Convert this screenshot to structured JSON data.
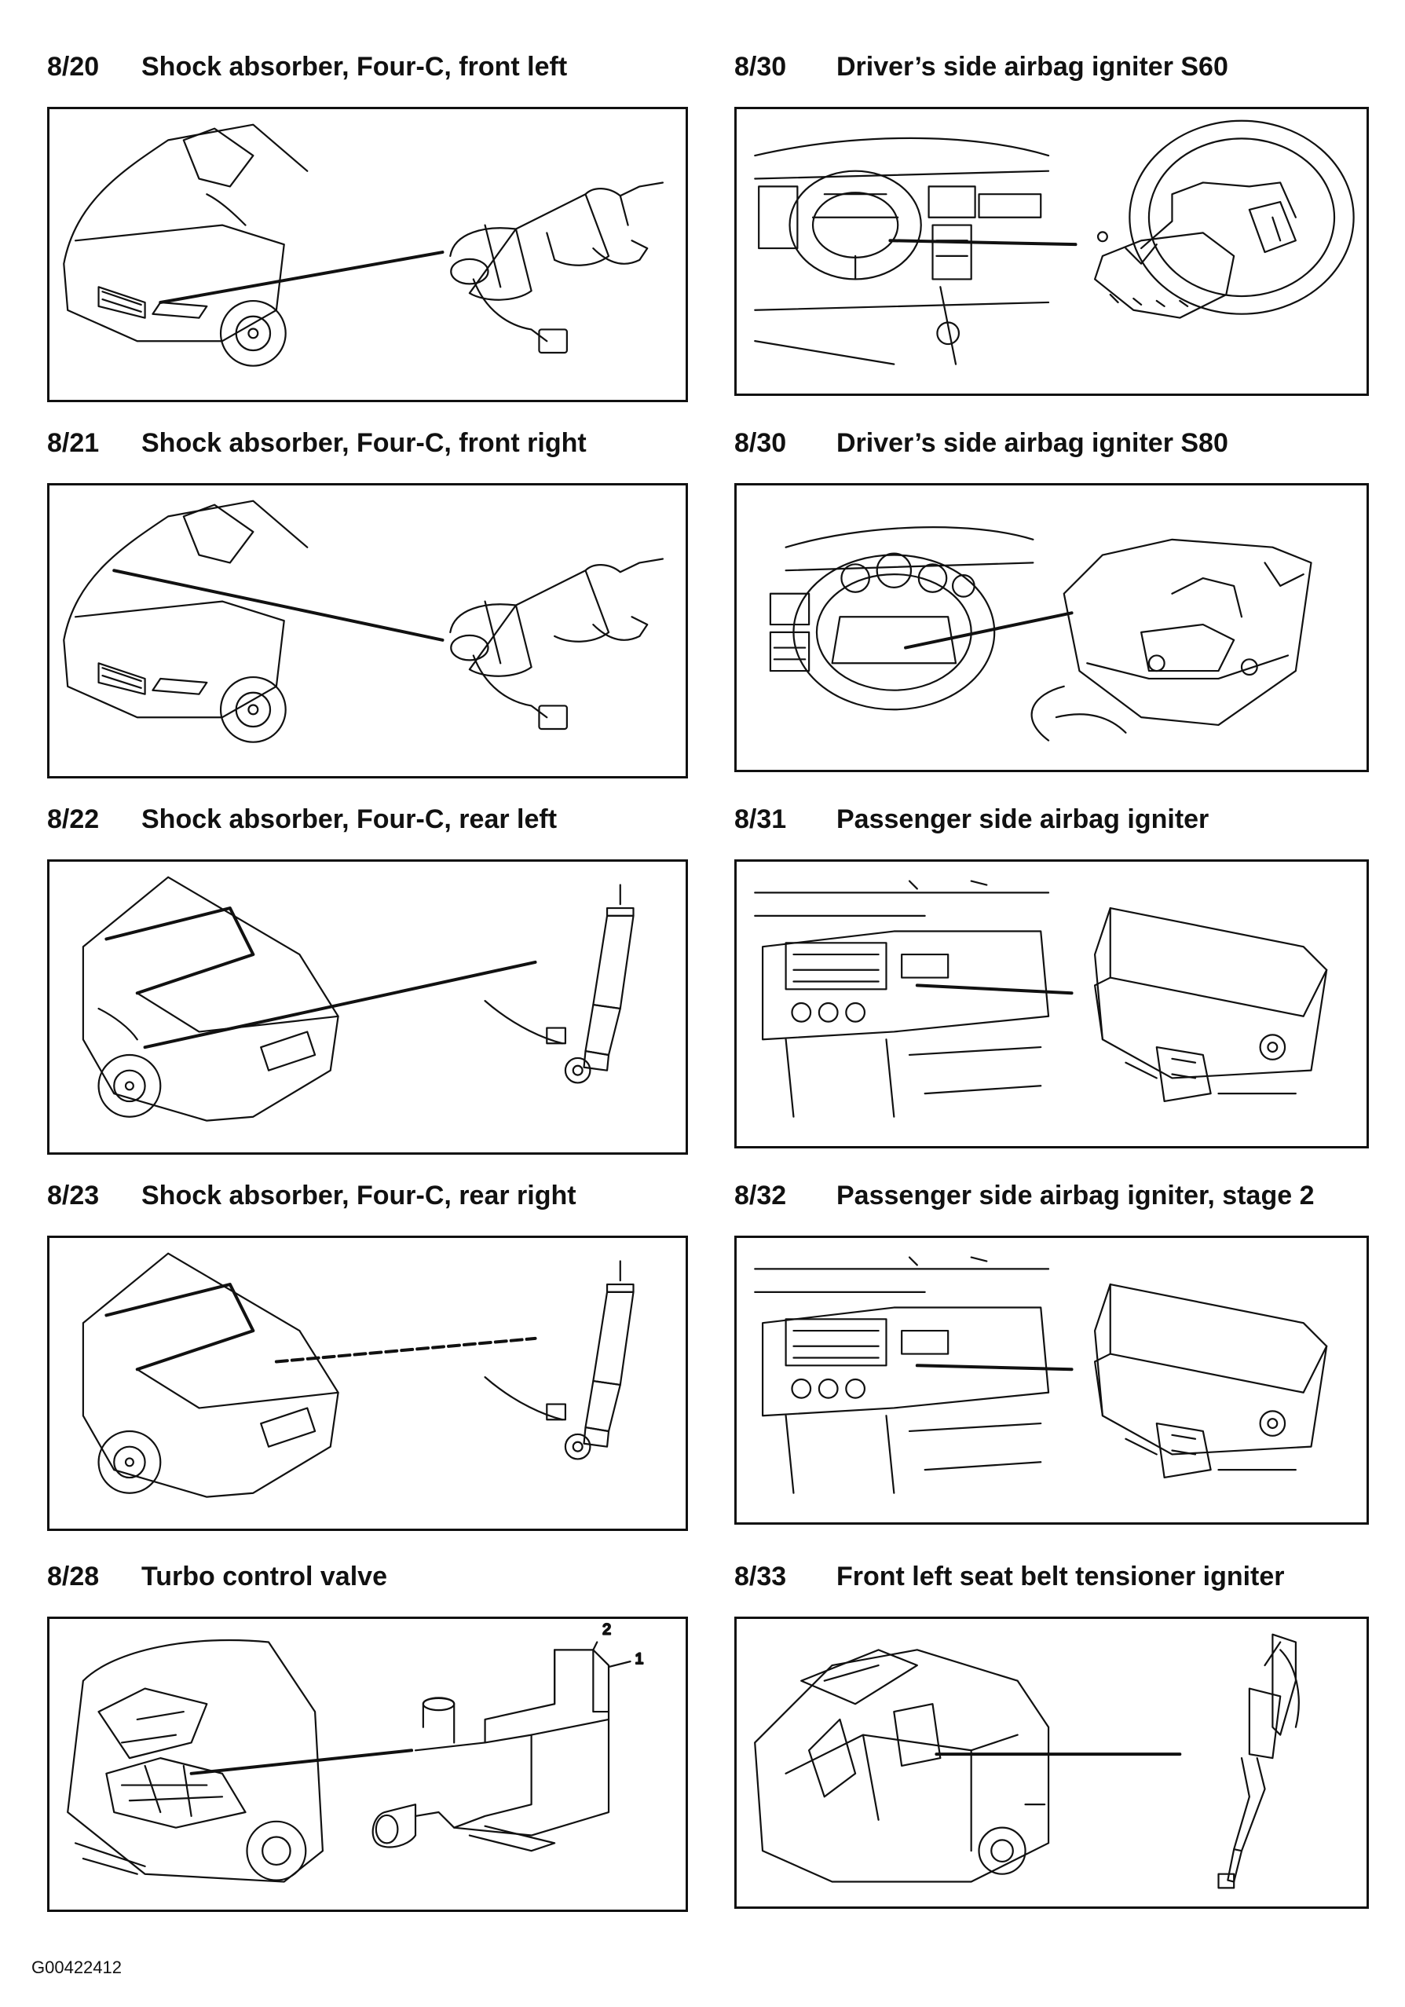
{
  "items": [
    {
      "code": "8/20",
      "title": "Shock absorber, Four-C, front left"
    },
    {
      "code": "8/21",
      "title": "Shock absorber, Four-C, front right"
    },
    {
      "code": "8/22",
      "title": "Shock absorber, Four-C, rear left"
    },
    {
      "code": "8/23",
      "title": "Shock absorber, Four-C, rear right"
    },
    {
      "code": "8/28",
      "title": "Turbo control valve",
      "callouts": [
        "2",
        "1"
      ]
    },
    {
      "code": "8/30",
      "title": "Driver’s side airbag igniter S60"
    },
    {
      "code": "8/30",
      "title": "Driver’s side airbag igniter S80"
    },
    {
      "code": "8/31",
      "title": "Passenger side airbag igniter"
    },
    {
      "code": "8/32",
      "title": "Passenger side airbag igniter, stage 2"
    },
    {
      "code": "8/33",
      "title": "Front left seat belt tensioner igniter"
    }
  ],
  "footer": {
    "reference": "G00422412"
  }
}
